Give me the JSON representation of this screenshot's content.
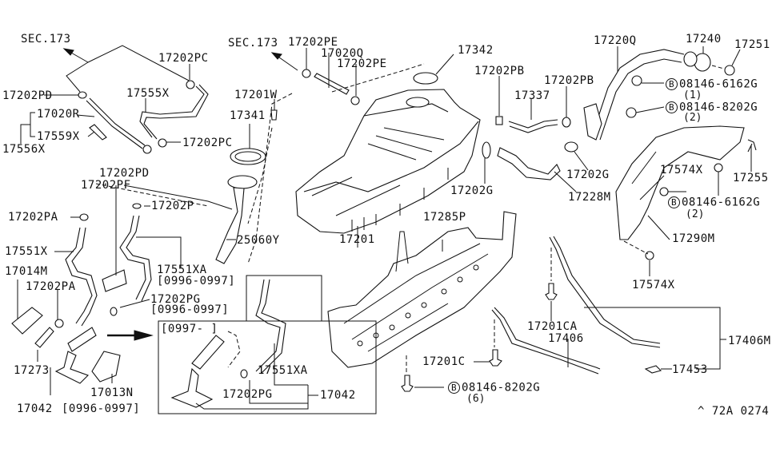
{
  "diagram": {
    "title": "Fuel tank assembly parts diagram",
    "labels": {
      "sec173_left": "SEC.173",
      "sec173_mid": "SEC.173",
      "p17202PC_top": "17202PC",
      "p17202PE_a": "17202PE",
      "p17020Q": "17020Q",
      "p17202PE_b": "17202PE",
      "p17342": "17342",
      "p17220Q": "17220Q",
      "p17240": "17240",
      "p17251": "17251",
      "p17202PD_top": "17202PD",
      "p17555X": "17555X",
      "p17201W": "17201W",
      "p17202PB_a": "17202PB",
      "p17202PB_b": "17202PB",
      "p17337": "17337",
      "bolt_6162G_1": "08146-6162G",
      "bolt_6162G_1_qty": "(1)",
      "bolt_8202G_2": "08146-8202G",
      "bolt_8202G_2_qty": "(2)",
      "p17020R": "17020R",
      "p17559X": "17559X",
      "p17556X": "17556X",
      "p17341": "17341",
      "p17202PC_mid": "17202PC",
      "p17202G_a": "17202G",
      "p17202G_b": "17202G",
      "p17228M": "17228M",
      "p17574X_a": "17574X",
      "p17255": "17255",
      "bolt_6162G_2": "08146-6162G",
      "bolt_6162G_2_qty": "(2)",
      "p17202PD_mid": "17202PD",
      "p17202PF": "17202PF",
      "p17202PA_a": "17202PA",
      "p17202P": "17202P",
      "p25060Y": "25060Y",
      "p17285P": "17285P",
      "p17290M": "17290M",
      "p17551X": "17551X",
      "p17201": "17201",
      "p17551XA_a": "17551XA",
      "p17551XA_a_range": "[0996-0997]",
      "p17574X_b": "17574X",
      "p17014M": "17014M",
      "p17202PA_b": "17202PA",
      "p17202PG_a": "17202PG",
      "p17202PG_a_range": "[0996-0997]",
      "inset_range": "[0997-    ]",
      "p17201CA": "17201CA",
      "p17406": "17406",
      "p17406M": "17406M",
      "p17273": "17273",
      "p17201C": "17201C",
      "p17453": "17453",
      "p17551XA_b": "17551XA",
      "p17013N": "17013N",
      "bolt_8202G_6": "08146-8202G",
      "bolt_8202G_6_qty": "(6)",
      "p17202PG_b": "17202PG",
      "p17042_inset": "17042",
      "p17042_main": "17042",
      "p17042_main_range": "[0996-0997]",
      "diagram_code": "^ 72A 0274",
      "bolt_marker": "B"
    }
  }
}
